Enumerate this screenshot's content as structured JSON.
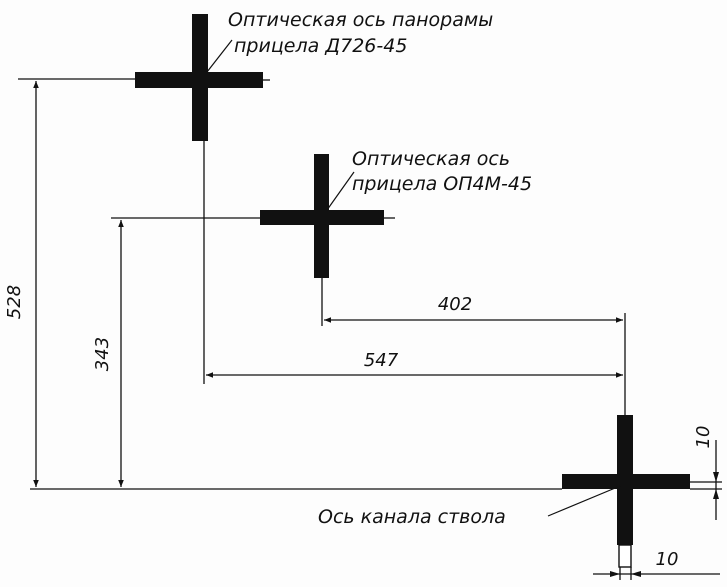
{
  "labels": {
    "panorama_line1": "Оптическая ось панорамы",
    "panorama_line2": "прицела Д726-45",
    "op4m_line1": "Оптическая ось",
    "op4m_line2": "прицела ОП4М-45",
    "barrel": "Ось канала ствола"
  },
  "dimensions": {
    "h_panorama": "528",
    "h_op4m": "343",
    "d_op4m": "402",
    "d_panorama": "547",
    "mark_width": "10",
    "mark_height": "10"
  }
}
